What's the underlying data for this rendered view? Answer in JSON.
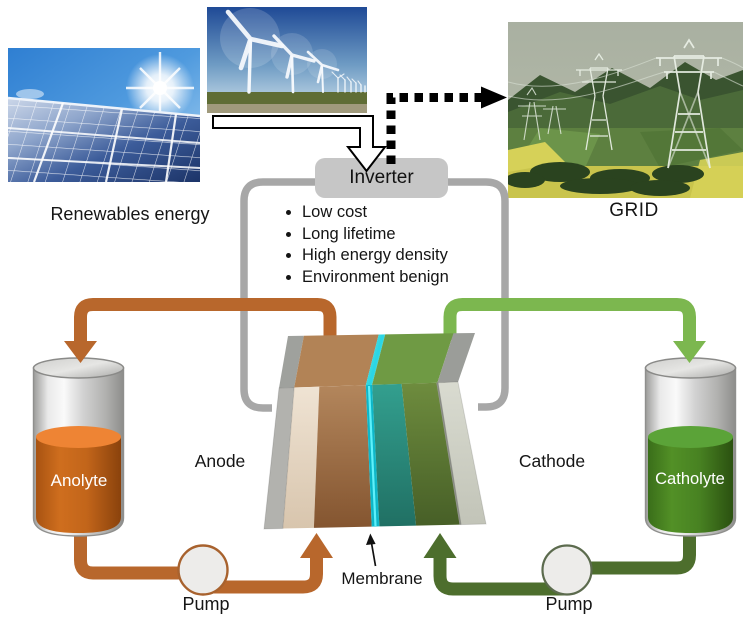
{
  "diagram": {
    "renewables_label": "Renewables energy",
    "grid_label": "GRID",
    "inverter_label": "Inverter",
    "features": [
      "Low cost",
      "Long lifetime",
      "High energy density",
      "Environment benign"
    ],
    "cell": {
      "anode_label": "Anode",
      "cathode_label": "Cathode",
      "membrane_label": "Membrane"
    },
    "tanks": {
      "anolyte_label": "Anolyte",
      "catholyte_label": "Catholyte"
    },
    "pumps": {
      "left_label": "Pump",
      "right_label": "Pump"
    },
    "colors": {
      "anolyte_loop": "#b8672c",
      "catholyte_supply": "#7cb74f",
      "catholyte_return": "#4d6e2d",
      "wire_gray": "#a7a7a7",
      "membrane_cyan": "#2ad6e6",
      "inverter_bg": "#c6c6c6"
    }
  }
}
